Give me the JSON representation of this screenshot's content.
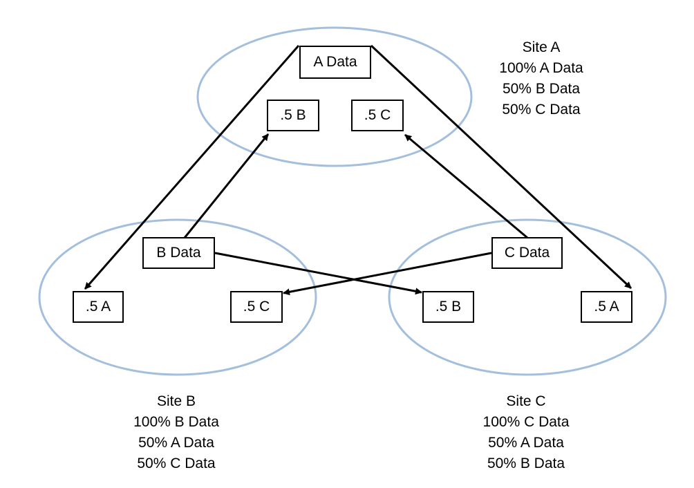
{
  "colors": {
    "ellipse": "#a4bfdd",
    "line": "#000000",
    "box_border": "#000000"
  },
  "sites": {
    "a": {
      "title": "Site A",
      "lines": [
        "100% A Data",
        "50% B Data",
        "50% C Data"
      ]
    },
    "b": {
      "title": "Site B",
      "lines": [
        "100% B Data",
        "50% A Data",
        "50% C Data"
      ]
    },
    "c": {
      "title": "Site C",
      "lines": [
        "100% C Data",
        "50% A Data",
        "50% B Data"
      ]
    }
  },
  "boxes": {
    "a_data": "A Data",
    "a_half_b": ".5 B",
    "a_half_c": ".5 C",
    "b_data": "B Data",
    "b_half_a": ".5 A",
    "b_half_c": ".5 C",
    "c_data": "C Data",
    "c_half_b": ".5 B",
    "c_half_a": ".5 A"
  }
}
